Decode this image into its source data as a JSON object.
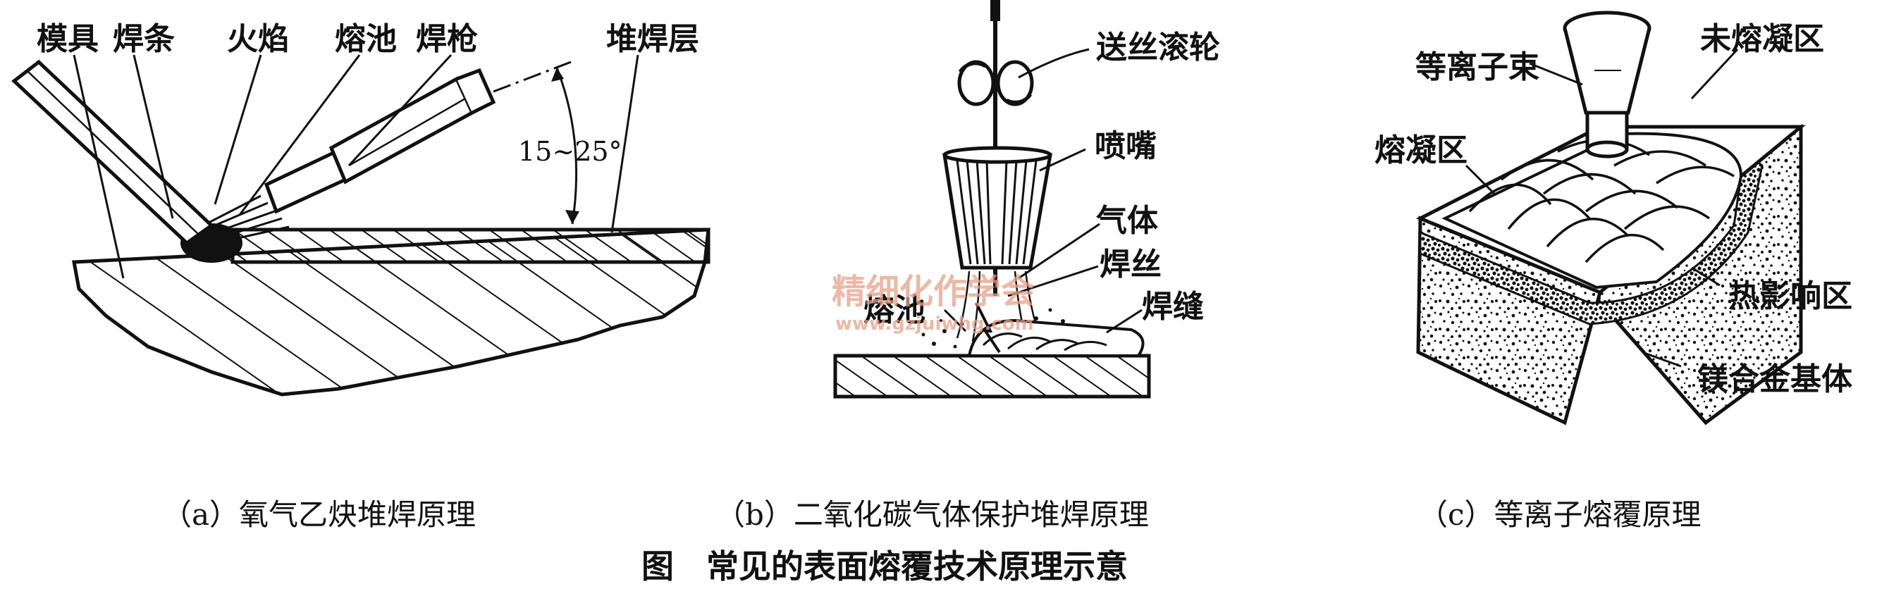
{
  "panel_a": {
    "labels": {
      "mould": "模具",
      "rod": "焊条",
      "flame": "火焰",
      "pool": "熔池",
      "torch": "焊枪",
      "cladding": "堆焊层",
      "angle": "15~25°"
    },
    "caption": "（a）氧气乙炔堆焊原理"
  },
  "panel_b": {
    "labels": {
      "feed_roller": "送丝滚轮",
      "nozzle": "喷嘴",
      "gas": "气体",
      "wire": "焊丝",
      "pool": "熔池",
      "seam": "焊缝"
    },
    "caption": "（b）二氧化碳气体保护堆焊原理"
  },
  "panel_c": {
    "labels": {
      "plasma_beam": "等离子束",
      "unmelted": "未熔凝区",
      "melted": "熔凝区",
      "haz": "热影响区",
      "substrate": "镁合金基体"
    },
    "caption": "（c）等离子熔覆原理"
  },
  "figure_title": "图　常见的表面熔覆技术原理示意",
  "watermark": {
    "line1": "精细化作学会",
    "line2": "www.gzjuiwhg.com",
    "color": "#e9a18a"
  }
}
